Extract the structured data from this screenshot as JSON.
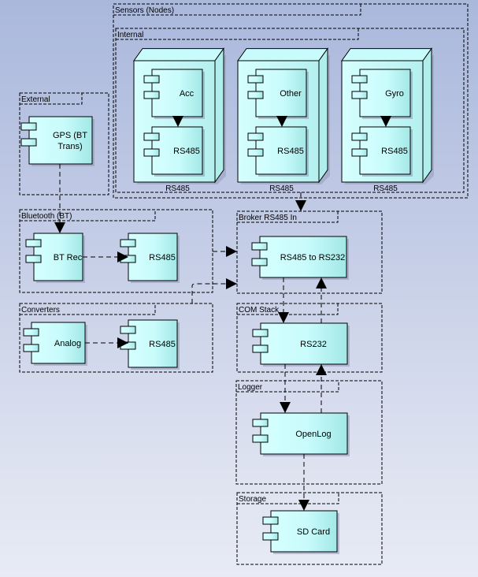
{
  "colors": {
    "component_fill_light": "#d4ffff",
    "component_fill_dark": "#a6ece8",
    "stroke": "#000000"
  },
  "boundaries": [
    {
      "id": "sensors",
      "label": "Sensors (Nodes)"
    },
    {
      "id": "internal",
      "label": "Internal"
    },
    {
      "id": "external",
      "label": "External"
    },
    {
      "id": "bluetooth",
      "label": "Bluetooth (BT)"
    },
    {
      "id": "converters",
      "label": "Converters"
    },
    {
      "id": "broker",
      "label": "Broker RS485 In"
    },
    {
      "id": "comstack",
      "label": "COM Stack"
    },
    {
      "id": "logger",
      "label": "Logger"
    },
    {
      "id": "storage",
      "label": "Storage"
    }
  ],
  "nodes": [
    {
      "id": "node-acc",
      "label": "RS485",
      "components": [
        "Acc",
        "RS485"
      ]
    },
    {
      "id": "node-other",
      "label": "RS485",
      "components": [
        "Other",
        "RS485"
      ]
    },
    {
      "id": "node-gyro",
      "label": "RS485",
      "components": [
        "Gyro",
        "RS485"
      ]
    }
  ],
  "components": [
    {
      "id": "gps",
      "label": [
        "GPS  (BT",
        "Trans)"
      ]
    },
    {
      "id": "bt-rec",
      "label": [
        "BT Rec"
      ]
    },
    {
      "id": "bt-rs485",
      "label": [
        "RS485"
      ]
    },
    {
      "id": "analog",
      "label": [
        "Analog"
      ]
    },
    {
      "id": "conv-rs485",
      "label": [
        "RS485"
      ]
    },
    {
      "id": "rs485-to-rs232",
      "label": [
        "RS485 to RS232"
      ]
    },
    {
      "id": "rs232",
      "label": [
        "RS232"
      ]
    },
    {
      "id": "openlog",
      "label": [
        "OpenLog"
      ]
    },
    {
      "id": "sd-card",
      "label": [
        "SD Card"
      ]
    }
  ],
  "connections": [
    {
      "from": "Acc",
      "to": "RS485 (node)"
    },
    {
      "from": "Other",
      "to": "RS485 (node)"
    },
    {
      "from": "Gyro",
      "to": "RS485 (node)"
    },
    {
      "from": "GPS (BT Trans)",
      "to": "BT Rec"
    },
    {
      "from": "BT Rec",
      "to": "RS485"
    },
    {
      "from": "Analog",
      "to": "RS485"
    },
    {
      "from": "Internal",
      "to": "Broker RS485 In"
    },
    {
      "from": "Bluetooth (BT)",
      "to": "Broker RS485 In"
    },
    {
      "from": "Converters",
      "to": "Broker RS485 In"
    },
    {
      "from": "RS485 to RS232",
      "to": "RS232"
    },
    {
      "from": "RS232",
      "to": "RS485 to RS232"
    },
    {
      "from": "RS232",
      "to": "OpenLog"
    },
    {
      "from": "OpenLog",
      "to": "RS232"
    },
    {
      "from": "OpenLog",
      "to": "SD Card"
    }
  ]
}
